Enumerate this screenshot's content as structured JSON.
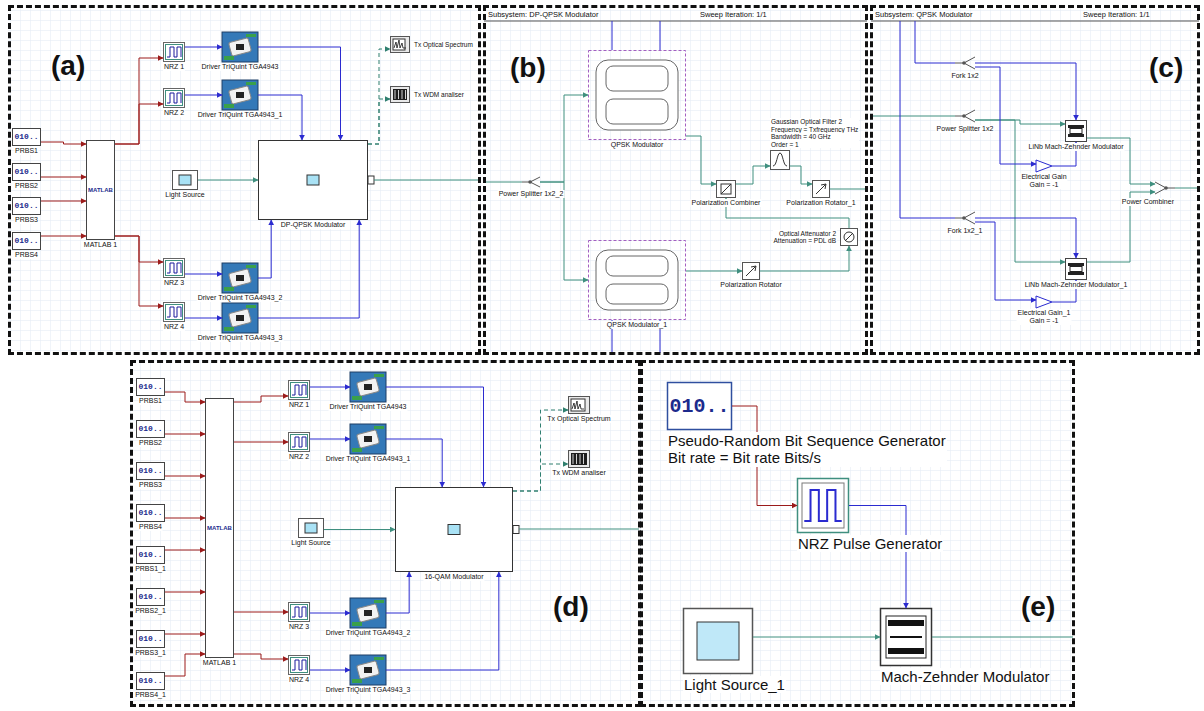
{
  "diagram": {
    "nodes": [
      {
        "text": [
          "(a)"
        ]
      },
      {
        "text": [
          "010..",
          "PRBS1"
        ],
        "in": 0
      },
      {
        "text": [
          "010..",
          "PRBS2"
        ],
        "in": 0
      },
      {
        "text": [
          "010..",
          "PRBS3"
        ],
        "in": 0
      },
      {
        "text": [
          "010..",
          "PRBS4"
        ],
        "in": 0
      },
      {
        "text": [
          "MATLAB",
          "MATLAB 1"
        ],
        "in": 0
      },
      {
        "text": [
          "NRZ 1"
        ],
        "in": 0
      },
      {
        "text": [
          "NRZ 2"
        ],
        "in": 0
      },
      {
        "text": [
          "NRZ 3"
        ],
        "in": 0
      },
      {
        "text": [
          "NRZ 4"
        ],
        "in": 0
      },
      {
        "text": [
          "Driver TriQuint TGA4943"
        ],
        "in": 0
      },
      {
        "text": [
          "Driver TriQuint TGA4943_1"
        ],
        "in": 0
      },
      {
        "text": [
          "Driver TriQuint TGA4943_2"
        ],
        "in": 0
      },
      {
        "text": [
          "Driver TriQuint TGA4943_3"
        ],
        "in": 0
      },
      {
        "text": [
          "Light Source"
        ],
        "in": 0
      },
      {
        "text": [
          "DP-QPSK Modulator"
        ],
        "in": 0
      },
      {
        "text": [
          "Tx Optical Spectrum"
        ],
        "in": 0
      },
      {
        "text": [
          "Tx WDM analiser"
        ],
        "in": 0
      },
      {
        "text": [
          "(b)",
          "Subsystem: DP-QPSK Modulator",
          "Sweep Iteration: 1/1"
        ]
      },
      {
        "text": [
          "QPSK Modulator"
        ],
        "in": 18
      },
      {
        "text": [
          "Power Splitter 1x2_2"
        ],
        "in": 18
      },
      {
        "text": [
          "Gaussian Optical Filter 2",
          "Frequency = Txfrequency THz",
          "Bandwidth = 40 GHz",
          "Order = 1"
        ],
        "in": 18
      },
      {
        "text": [
          "Polarization Combiner"
        ],
        "in": 18
      },
      {
        "text": [
          "Polarization Rotator_1"
        ],
        "in": 18
      },
      {
        "text": [
          "Optical Attenuator 2",
          "Attenuation = PDL dB"
        ],
        "in": 18
      },
      {
        "text": [
          "Polarization Rotator"
        ],
        "in": 18
      },
      {
        "text": [
          "QPSK Modulator_1"
        ],
        "in": 18
      },
      {
        "text": [
          "(c)",
          "Subsystem: QPSK Modulator",
          "Sweep Iteration: 1/1"
        ]
      },
      {
        "text": [
          "Fork 1x2"
        ],
        "in": 27
      },
      {
        "text": [
          "Power Splitter 1x2"
        ],
        "in": 27
      },
      {
        "text": [
          "LiNb Mach-Zehnder Modulator"
        ],
        "in": 27
      },
      {
        "text": [
          "Electrical Gain",
          "Gain = -1"
        ],
        "in": 27
      },
      {
        "text": [
          "Power Combiner"
        ],
        "in": 27
      },
      {
        "text": [
          "Fork 1x2_1"
        ],
        "in": 27
      },
      {
        "text": [
          "LiNb Mach-Zehnder Modulator_1"
        ],
        "in": 27
      },
      {
        "text": [
          "Electrical Gain_1",
          "Gain = -1"
        ],
        "in": 27
      },
      {
        "text": [
          "(d)"
        ]
      },
      {
        "text": [
          "010..",
          "PRBS1"
        ],
        "in": 36
      },
      {
        "text": [
          "010..",
          "PRBS2"
        ],
        "in": 36
      },
      {
        "text": [
          "010..",
          "PRBS3"
        ],
        "in": 36
      },
      {
        "text": [
          "010..",
          "PRBS4"
        ],
        "in": 36
      },
      {
        "text": [
          "010..",
          "PRBS1_1"
        ],
        "in": 36
      },
      {
        "text": [
          "010..",
          "PRBS2_1"
        ],
        "in": 36
      },
      {
        "text": [
          "010..",
          "PRBS3_1"
        ],
        "in": 36
      },
      {
        "text": [
          "010..",
          "PRBS4_1"
        ],
        "in": 36
      },
      {
        "text": [
          "MATLAB",
          "MATLAB 1"
        ],
        "in": 36
      },
      {
        "text": [
          "NRZ 1"
        ],
        "in": 36
      },
      {
        "text": [
          "NRZ 2"
        ],
        "in": 36
      },
      {
        "text": [
          "NRZ 3"
        ],
        "in": 36
      },
      {
        "text": [
          "NRZ 4"
        ],
        "in": 36
      },
      {
        "text": [
          "Driver TriQuint TGA4943"
        ],
        "in": 36
      },
      {
        "text": [
          "Driver TriQuint TGA4943_1"
        ],
        "in": 36
      },
      {
        "text": [
          "Driver TriQuint TGA4943_2"
        ],
        "in": 36
      },
      {
        "text": [
          "Driver TriQuint TGA4943_3"
        ],
        "in": 36
      },
      {
        "text": [
          "Light Source"
        ],
        "in": 36
      },
      {
        "text": [
          "16-QAM Modulator"
        ],
        "in": 36
      },
      {
        "text": [
          "Tx Optical Spectrum"
        ],
        "in": 36
      },
      {
        "text": [
          "Tx WDM analiser"
        ],
        "in": 36
      },
      {
        "text": [
          "(e)"
        ]
      },
      {
        "text": [
          "010..",
          "Pseudo-Random Bit Sequence Generator",
          "Bit rate = Bit rate Bits/s"
        ],
        "in": 58
      },
      {
        "text": [
          "NRZ Pulse Generator"
        ],
        "in": 58
      },
      {
        "text": [
          "Light Source_1"
        ],
        "in": 58
      },
      {
        "text": [
          "Mach-Zehnder Modulator"
        ],
        "in": 58
      }
    ],
    "edges": [
      {
        "from": 1,
        "to": 5,
        "arrow": "to"
      },
      {
        "from": 2,
        "to": 5,
        "arrow": "to"
      },
      {
        "from": 3,
        "to": 5,
        "arrow": "to"
      },
      {
        "from": 4,
        "to": 5,
        "arrow": "to"
      },
      {
        "from": 5,
        "to": 6,
        "arrow": "to"
      },
      {
        "from": 5,
        "to": 7,
        "arrow": "to"
      },
      {
        "from": 5,
        "to": 8,
        "arrow": "to"
      },
      {
        "from": 5,
        "to": 9,
        "arrow": "to"
      },
      {
        "from": 6,
        "to": 10,
        "arrow": "to"
      },
      {
        "from": 7,
        "to": 11,
        "arrow": "to"
      },
      {
        "from": 8,
        "to": 12,
        "arrow": "to"
      },
      {
        "from": 9,
        "to": 13,
        "arrow": "to"
      },
      {
        "from": 10,
        "to": 15,
        "arrow": "to"
      },
      {
        "from": 11,
        "to": 15,
        "arrow": "to"
      },
      {
        "from": 12,
        "to": 15,
        "arrow": "to"
      },
      {
        "from": 13,
        "to": 15,
        "arrow": "to"
      },
      {
        "from": 14,
        "to": 15,
        "arrow": "to"
      },
      {
        "from": 15,
        "to": 16,
        "arrow": "to"
      },
      {
        "from": 15,
        "to": 17,
        "arrow": "to"
      },
      {
        "from": 20,
        "to": 19,
        "arrow": "to"
      },
      {
        "from": 20,
        "to": 26,
        "arrow": "to"
      },
      {
        "from": 19,
        "to": 22,
        "arrow": "to"
      },
      {
        "from": 26,
        "to": 25,
        "arrow": "to"
      },
      {
        "from": 25,
        "to": 24,
        "arrow": "to"
      },
      {
        "from": 24,
        "to": 22,
        "arrow": "to"
      },
      {
        "from": 22,
        "to": 21,
        "arrow": "to"
      },
      {
        "from": 21,
        "to": 23,
        "arrow": "to"
      },
      {
        "from": 29,
        "to": 30,
        "arrow": "to"
      },
      {
        "from": 29,
        "to": 34,
        "arrow": "to"
      },
      {
        "from": 28,
        "to": 30,
        "arrow": "to"
      },
      {
        "from": 28,
        "to": 31,
        "arrow": "to"
      },
      {
        "from": 31,
        "to": 30,
        "arrow": "to"
      },
      {
        "from": 33,
        "to": 34,
        "arrow": "to"
      },
      {
        "from": 33,
        "to": 35,
        "arrow": "to"
      },
      {
        "from": 35,
        "to": 34,
        "arrow": "to"
      },
      {
        "from": 30,
        "to": 32,
        "arrow": "to"
      },
      {
        "from": 34,
        "to": 32,
        "arrow": "to"
      },
      {
        "from": 37,
        "to": 45,
        "arrow": "to"
      },
      {
        "from": 38,
        "to": 45,
        "arrow": "to"
      },
      {
        "from": 39,
        "to": 45,
        "arrow": "to"
      },
      {
        "from": 40,
        "to": 45,
        "arrow": "to"
      },
      {
        "from": 41,
        "to": 45,
        "arrow": "to"
      },
      {
        "from": 42,
        "to": 45,
        "arrow": "to"
      },
      {
        "from": 43,
        "to": 45,
        "arrow": "to"
      },
      {
        "from": 44,
        "to": 45,
        "arrow": "to"
      },
      {
        "from": 45,
        "to": 46,
        "arrow": "to"
      },
      {
        "from": 45,
        "to": 47,
        "arrow": "to"
      },
      {
        "from": 45,
        "to": 48,
        "arrow": "to"
      },
      {
        "from": 45,
        "to": 49,
        "arrow": "to"
      },
      {
        "from": 46,
        "to": 50,
        "arrow": "to"
      },
      {
        "from": 47,
        "to": 51,
        "arrow": "to"
      },
      {
        "from": 48,
        "to": 52,
        "arrow": "to"
      },
      {
        "from": 49,
        "to": 53,
        "arrow": "to"
      },
      {
        "from": 50,
        "to": 55,
        "arrow": "to"
      },
      {
        "from": 51,
        "to": 55,
        "arrow": "to"
      },
      {
        "from": 52,
        "to": 55,
        "arrow": "to"
      },
      {
        "from": 53,
        "to": 55,
        "arrow": "to"
      },
      {
        "from": 54,
        "to": 55,
        "arrow": "to"
      },
      {
        "from": 55,
        "to": 56,
        "arrow": "to"
      },
      {
        "from": 55,
        "to": 57,
        "arrow": "to"
      },
      {
        "from": 59,
        "to": 60,
        "arrow": "to"
      },
      {
        "from": 60,
        "to": 62,
        "arrow": "to"
      },
      {
        "from": 61,
        "to": 62,
        "arrow": "to"
      }
    ]
  }
}
